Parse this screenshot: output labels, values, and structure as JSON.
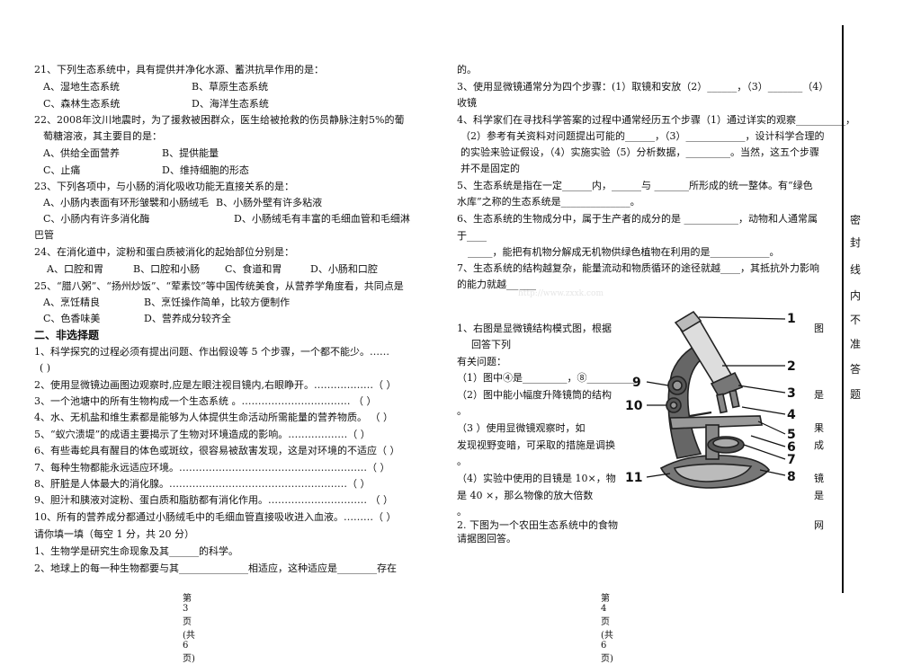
{
  "left": {
    "lines": [
      "21、下列生态系统中，具有提供并净化水源、蓄洪抗旱作用的是：",
      "A、湿地生态系统",
      "B、草原生态系统",
      "C、森林生态系统",
      "D、海洋生态系统",
      "22、2008年汶川地震时，为了援救被困群众，医生给被抢救的伤员静脉注射5%的葡",
      "萄糖溶液，其主要目的是：",
      "A、供给全面营养",
      "B、提供能量",
      "C、止痛",
      "D、维持细胞的形态",
      "23、下列各项中，与小肠的消化吸收功能无直接关系的是：",
      "A、小肠内表面有环形皱襞和小肠绒毛",
      "B、小肠外壁有许多粘液",
      "C、小肠内有许多消化酶",
      "D、小肠绒毛有丰富的毛细血管和毛细淋",
      "巴管",
      "24、在消化道中，淀粉和蛋白质被消化的起始部位分别是：",
      "A、口腔和胃",
      "B、口腔和小肠",
      "C、食道和胃",
      "D、小肠和口腔",
      "25、“腊八粥”、“扬州炒饭”、“荤素饺”等中国传统美食，从营养学角度看，共同点是",
      "A、烹饪精良",
      "B、烹饪操作简单，比较方便制作",
      "C、色香味美",
      "D、营养成分较齐全",
      "二、非选择题",
      "1、科学探究的过程必须有提出问题、作出假设等 5 个步骤，一个都不能少。……",
      "(      )",
      "2、使用显微镜边画图边观察时,应是左眼注视目镜内,右眼睁开。………………（      ）",
      "3、一个池塘中的所有生物构成一个生态系统 。……………………………    （      ）",
      "4、水、无机盐和维生素都是能够为人体提供生命活动所需能量的营养物质。    （      ）",
      "5、“蚁穴溃堤”的成语主要揭示了生物对环境造成的影响。………………（      ）",
      "6、有些毒蛇具有醒目的体色或斑纹，很容易被敌害发现，这是对环境的不适应（      ）",
      "7、每种生物都能永远适应环境。…………………………………………………（      ）",
      "8、肝脏是人体最大的消化腺。………………………………………………（      ）",
      "9、胆汁和胰液对淀粉、蛋白质和脂肪都有消化作用。…………………………    （      ）",
      "10、所有的营养成分都通过小肠绒毛中的毛细血管直接吸收进入血液。………（      ）",
      "请你填一填（每空 1 分，共 20 分）",
      "1、生物学是研究生命现象及其______的科学。",
      "2、地球上的每一种生物都要与其______________相适应，这种适应是________存在"
    ],
    "footer": "第3页   (共6页)"
  },
  "right": {
    "lines": [
      "的。",
      "3、使用显微镜通常分为四个步骤：(1）取镜和安放（2）______，（3）_______（4）",
      "收镜",
      "4、科学家们在寻找科学答案的过程中通常经历五个步骤（1）通过详实的观察__________，",
      "（2）参考有关资料对问题提出可能的______，（3）____________，设计科学合理的",
      "的实验来验证假设，（4）实施实验（5）分析数据，_________。当然，这五个步骤",
      "并不是固定的",
      "5、生态系统是指在一定______内，______与 _______所形成的统一整体。有“绿色",
      "水库”之称的生态系统是______________。",
      "6、生态系统的生物成分中，属于生产者的成分的是 ___________，动物和人通常属",
      "于____",
      "_____，能把有机物分解成无机物供绿色植物在利用的是____________。",
      "7、生态系统的结构越复杂，能量流动和物质循环的途径就越____，其抵抗外力影响",
      "的能力就越______",
      "1、右图是显微镜结构模式图，根据",
      "图",
      "回答下列",
      "有关问题：",
      "（1）图中④是_________，⑧__________",
      "（2）图中能小幅度升降镜筒的结构",
      "是",
      "。",
      "（3          ）使用显微镜观察时，如",
      "果",
      "发现视野变暗，可采取的措施是调换",
      "成",
      "。",
      "（4）实验中使用的目镜是 10×，物",
      "镜",
      "是    40    ×，那么物像的放大倍数",
      "是",
      "。",
      "2. 下图为一个农田生态系统中的食物",
      "网",
      "请据图回答。"
    ],
    "footer": "第4页   (共6页)"
  },
  "diagram_labels": [
    "1",
    "2",
    "3",
    "4",
    "5",
    "6",
    "7",
    "8",
    "9",
    "10",
    "11"
  ],
  "seal_chars": [
    "密",
    "封",
    "线",
    "内",
    "不",
    "准",
    "答",
    "题"
  ],
  "watermark": "http://www.zxxk.com"
}
